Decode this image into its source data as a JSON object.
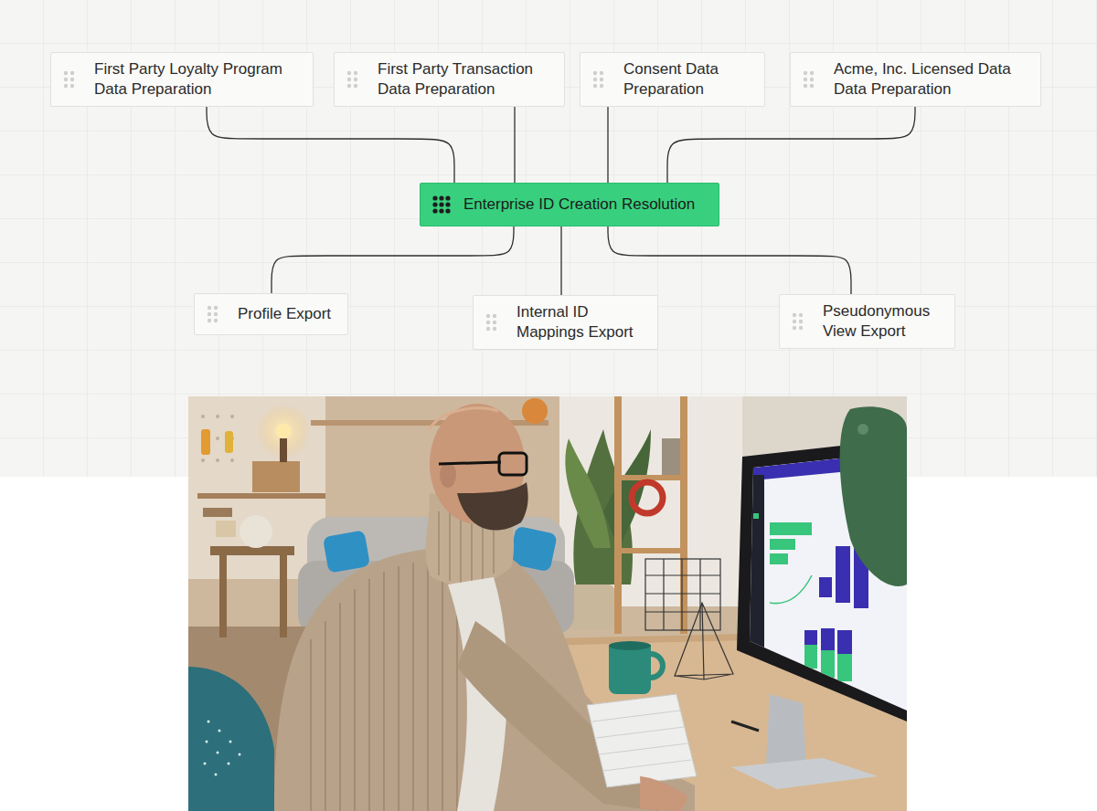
{
  "diagram": {
    "nodes": [
      {
        "text": [
          "First Party Loyalty Program Data Preparation"
        ]
      },
      {
        "text": [
          "First Party Transaction Data Preparation"
        ]
      },
      {
        "text": [
          "Consent Data Preparation"
        ]
      },
      {
        "text": [
          "Acme, Inc. Licensed Data Data Preparation"
        ]
      },
      {
        "text": [
          "Enterprise ID Creation Resolution"
        ]
      },
      {
        "text": [
          "Profile Export"
        ]
      },
      {
        "text": [
          "Internal ID Mappings Export"
        ]
      },
      {
        "text": [
          "Pseudonymous View Export"
        ]
      }
    ],
    "edges": [
      {
        "from": 0,
        "to": 4,
        "arrow": "none"
      },
      {
        "from": 1,
        "to": 4,
        "arrow": "none"
      },
      {
        "from": 2,
        "to": 4,
        "arrow": "none"
      },
      {
        "from": 3,
        "to": 4,
        "arrow": "none"
      },
      {
        "from": 4,
        "to": 5,
        "arrow": "none"
      },
      {
        "from": 4,
        "to": 6,
        "arrow": "none"
      },
      {
        "from": 4,
        "to": 7,
        "arrow": "none"
      }
    ]
  }
}
